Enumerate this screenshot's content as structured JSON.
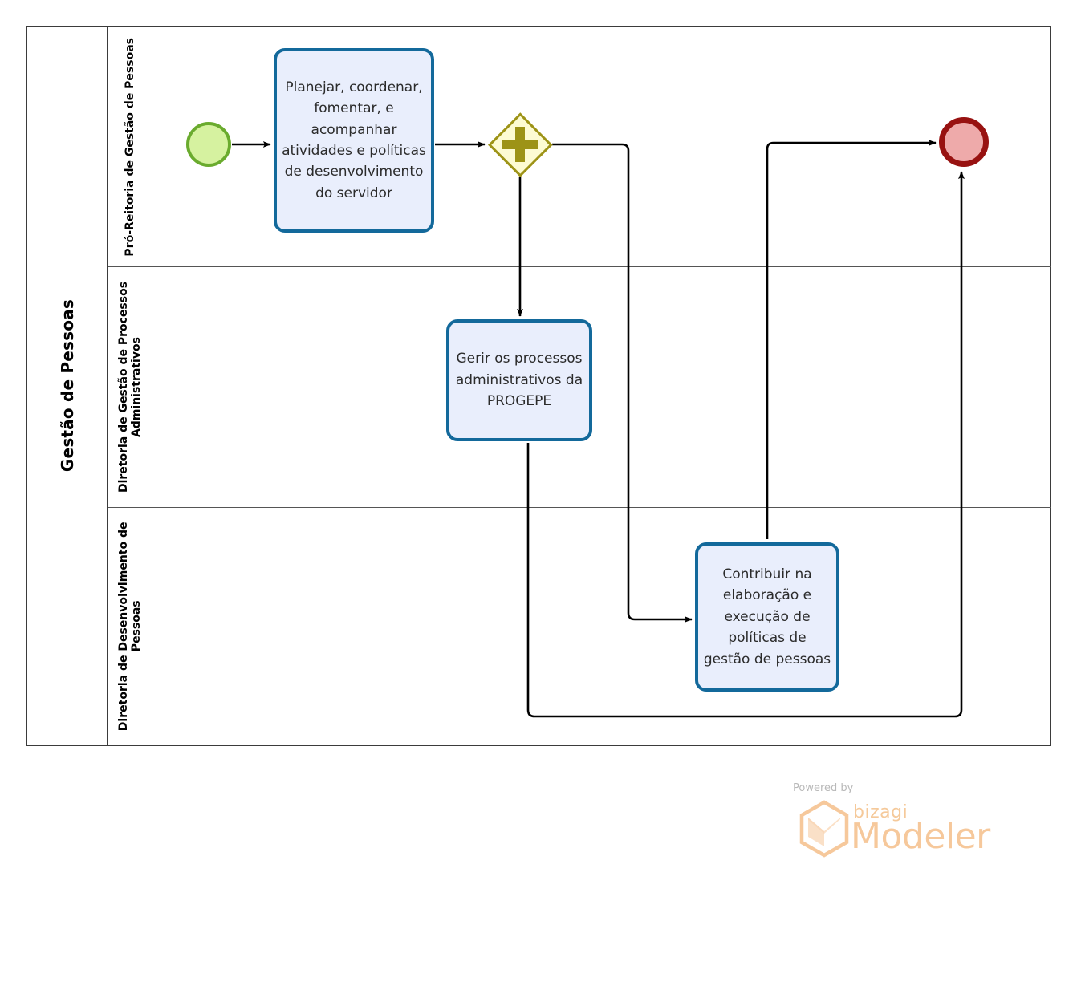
{
  "diagram": {
    "type": "bpmn-process",
    "pool": {
      "label": "Gestão de Pessoas"
    },
    "lanes": [
      {
        "id": "lane-pro-reitoria",
        "label": "Pró-Reitoria de Gestão de Pessoas"
      },
      {
        "id": "lane-gestao-processos",
        "label": "Diretoria de Gestão de Processos Administrativos"
      },
      {
        "id": "lane-desenvolvimento",
        "label": "Diretoria de Desenvolvimento de Pessoas"
      }
    ],
    "nodes": {
      "start_event": {
        "name": "start-event",
        "label": "",
        "lane": "lane-pro-reitoria"
      },
      "task1": {
        "name": "task-planejar-coordenar",
        "label": "Planejar, coordenar, fomentar, e acompanhar atividades e políticas de desenvolvimento do servidor",
        "lane": "lane-pro-reitoria"
      },
      "gateway": {
        "name": "parallel-gateway",
        "label": "",
        "marker": "plus",
        "lane": "lane-pro-reitoria"
      },
      "task2": {
        "name": "task-gerir-processos",
        "label": "Gerir os processos administrativos da PROGEPE",
        "lane": "lane-gestao-processos"
      },
      "task3": {
        "name": "task-contribuir-politicas",
        "label": "Contribuir na elaboração e execução de políticas de gestão de pessoas",
        "lane": "lane-desenvolvimento"
      },
      "end_event": {
        "name": "end-event",
        "label": "",
        "lane": "lane-pro-reitoria"
      }
    },
    "flows": [
      {
        "from": "start_event",
        "to": "task1",
        "label": ""
      },
      {
        "from": "task1",
        "to": "gateway",
        "label": ""
      },
      {
        "from": "gateway",
        "to": "task2",
        "label": ""
      },
      {
        "from": "gateway",
        "to": "task3",
        "label": ""
      },
      {
        "from": "task3",
        "to": "end_event",
        "label": ""
      },
      {
        "from": "task2",
        "to": "end_event",
        "label": ""
      }
    ],
    "colors": {
      "start_fill": "#d6f2a0",
      "start_stroke": "#6aab2e",
      "end_fill": "#eeaaaa",
      "end_stroke": "#981211",
      "task_fill": "#e9eefc",
      "task_stroke": "#13699b",
      "gateway_fill": "#fdfbd3",
      "gateway_stroke": "#9d9317",
      "flow_stroke": "#000000",
      "pool_stroke": "#3b3b3b"
    }
  },
  "watermark": {
    "powered_by": "Powered by",
    "brand": "bizagi",
    "product": "Modeler",
    "color": "#f6c89b"
  }
}
